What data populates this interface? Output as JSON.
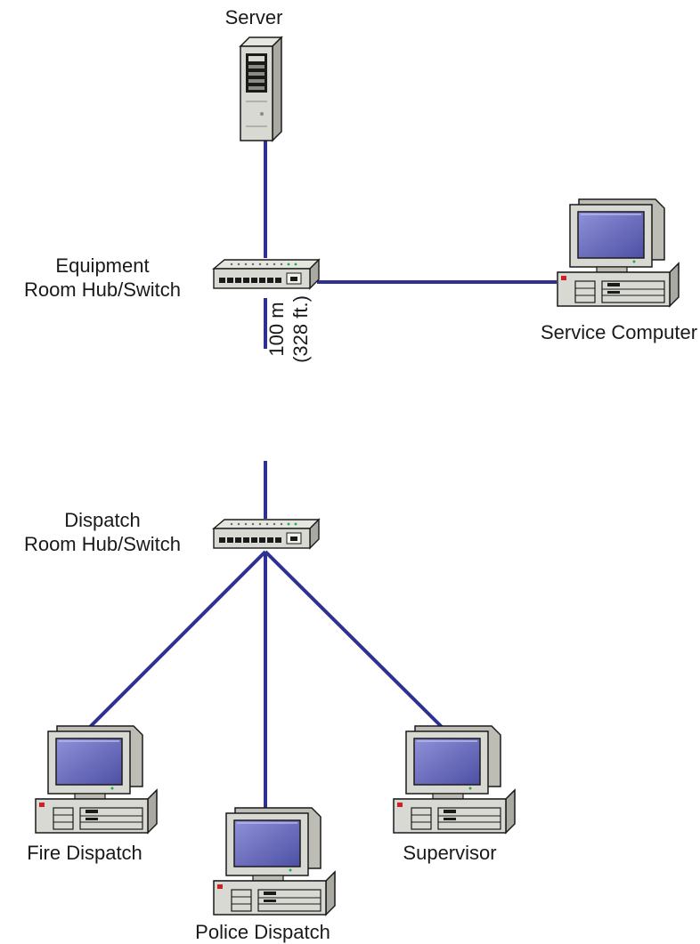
{
  "labels": {
    "server": "Server",
    "equipment_hub_line1": "Equipment",
    "equipment_hub_line2": "Room Hub/Switch",
    "service_computer": "Service Computer",
    "distance_line1": "100 m",
    "distance_line2": "(328 ft.)",
    "dispatch_hub_line1": "Dispatch",
    "dispatch_hub_line2": "Room Hub/Switch",
    "fire_dispatch": "Fire Dispatch",
    "police_dispatch": "Police Dispatch",
    "supervisor": "Supervisor"
  },
  "colors": {
    "link": "#2e3192",
    "screen": "#6d6fc0",
    "chassis": "#d9d9d3",
    "outline": "#1a1a1a",
    "led_red": "#cc2222",
    "led_green": "#22aa55"
  },
  "icons": {
    "server": "server-tower-icon",
    "hub": "network-switch-icon",
    "computer": "desktop-computer-icon"
  }
}
